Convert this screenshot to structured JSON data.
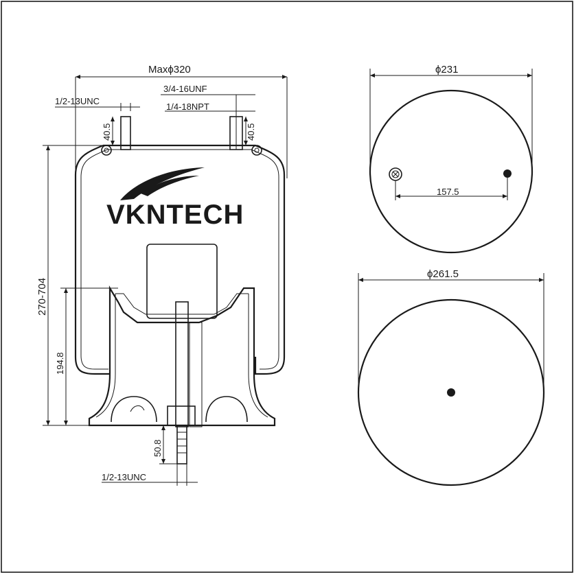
{
  "brand": {
    "logo_text": "VKNTECH"
  },
  "dimensions": {
    "max_diameter": "Maxϕ320",
    "top_thread_1": "3/4-16UNF",
    "top_thread_2": "1/4-18NPT",
    "top_thread_left": "1/2-13UNC",
    "stud_offset_left": "40.5",
    "stud_offset_right": "40.5",
    "height_range": "270-704",
    "piston_height": "194.8",
    "bottom_stud_length": "50.8",
    "bottom_thread": "1/2-13UNC",
    "top_plate_diameter": "ϕ231",
    "stud_spacing": "157.5",
    "piston_diameter": "ϕ261.5"
  },
  "colors": {
    "line": "#1a1a1a",
    "background": "#ffffff"
  }
}
